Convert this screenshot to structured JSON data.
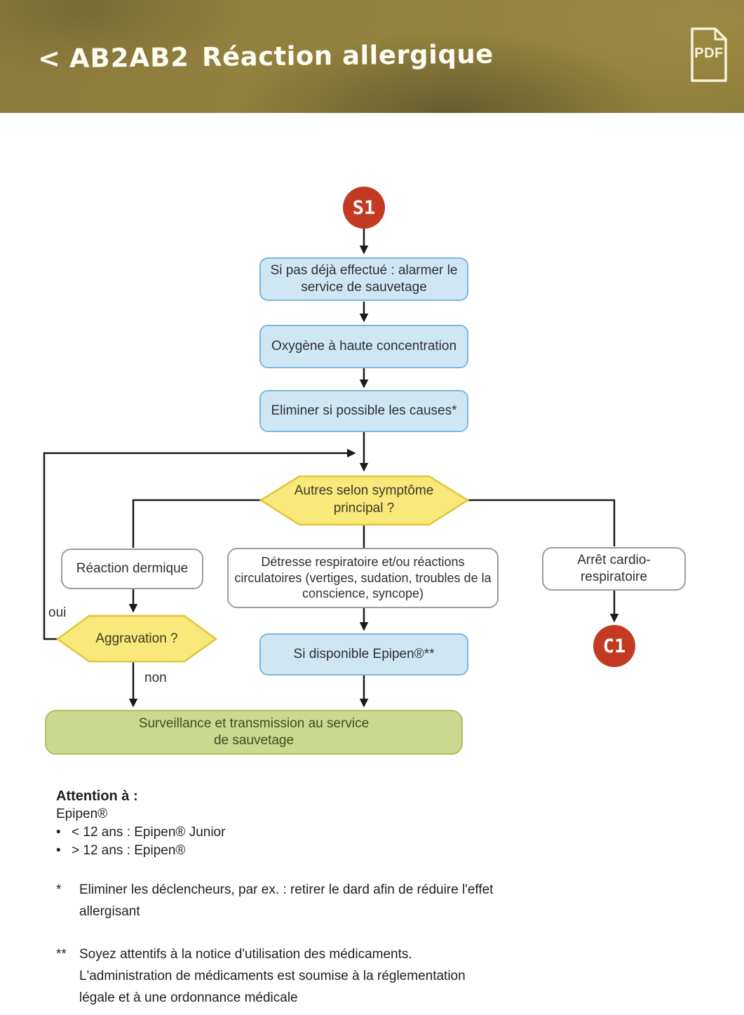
{
  "header": {
    "back_chevron": "<",
    "protocol_code": "AB2AB2",
    "title": "Réaction allergique",
    "pdf_label": "PDF"
  },
  "flow": {
    "start_badge": "S1",
    "end_badge": "C1",
    "nodes": {
      "alert": "Si pas déjà effectué : alarmer le service de sauvetage",
      "oxygen": "Oxygène à haute concentration",
      "eliminate": "Eliminer si possible les causes*",
      "main_decision": "Autres selon symptôme principal ?",
      "dermal": "Réaction dermique",
      "distress": "Détresse respiratoire et/ou réactions circulatoires (vertiges, sudation, troubles de la conscience, syncope)",
      "cardiac": "Arrêt cardio-respiratoire",
      "aggravation_decision": "Aggravation ?",
      "epipen": "Si disponible Epipen®**",
      "surveillance": "Surveillance et transmission au service de sauvetage"
    },
    "edge_labels": {
      "yes": "oui",
      "no": "non"
    }
  },
  "notes": {
    "attention_title": "Attention à :",
    "attention_subject": "Epipen®",
    "bullet_glyph": "•",
    "bullets": [
      "< 12 ans :  Epipen® Junior",
      "> 12 ans :  Epipen®"
    ],
    "footnotes": [
      {
        "marker": "*",
        "text": "Eliminer les déclencheurs, par ex. : retirer le dard afin de réduire l'effet allergisant"
      },
      {
        "marker": "**",
        "text": "Soyez attentifs à la notice d'utilisation des médicaments. L'administration de médicaments est soumise à la réglementation légale et à une ordonnance médicale"
      }
    ]
  },
  "colors": {
    "header_olive": "#8d7c3e",
    "badge_red": "#c23a21",
    "action_blue_fill": "#cfe7f5",
    "action_blue_border": "#7db5da",
    "decision_yellow_fill": "#f9e87a",
    "decision_yellow_border": "#dfc63b",
    "result_green_fill": "#cbd88f",
    "result_green_border": "#b2c05f",
    "connector_black": "#1b1b1b"
  }
}
